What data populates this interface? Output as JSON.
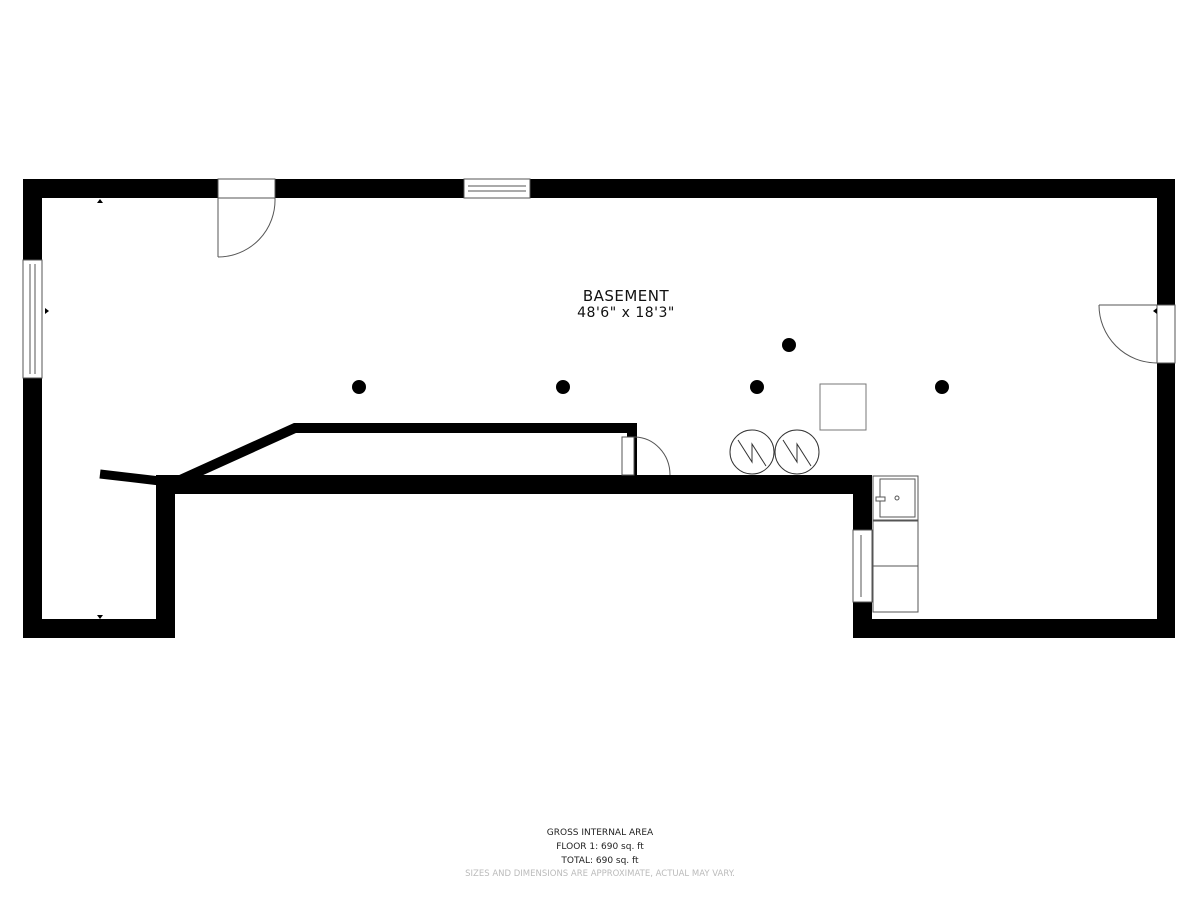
{
  "room": {
    "name": "BASEMENT",
    "dimensions": "48'6\" x 18'3\""
  },
  "footer": {
    "title": "GROSS INTERNAL AREA",
    "floor": "FLOOR 1: 690 sq. ft",
    "total": "TOTAL: 690 sq. ft",
    "disclaimer": "SIZES AND DIMENSIONS ARE APPROXIMATE, ACTUAL MAY VARY."
  },
  "colors": {
    "wall": "#000000",
    "fixture": "#555555",
    "disclaimer": "#bbbbbb"
  }
}
